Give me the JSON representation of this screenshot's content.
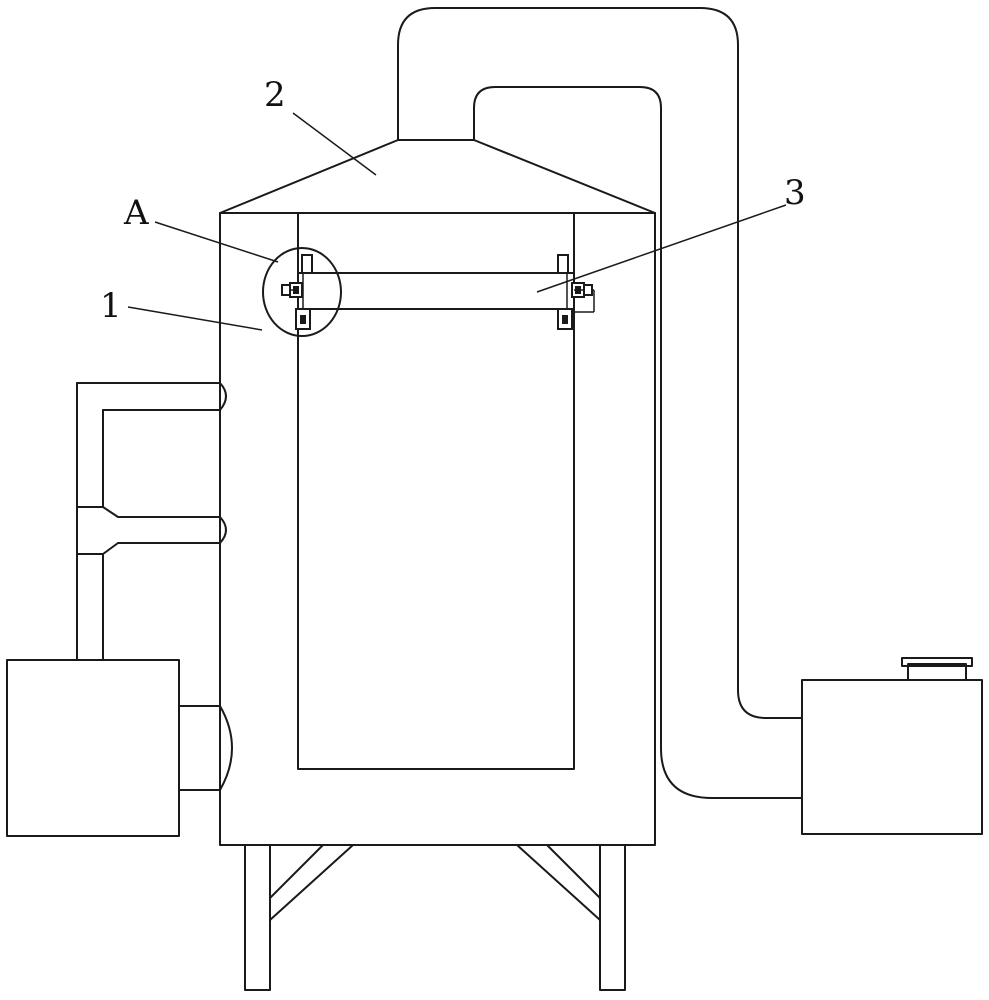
{
  "labels": {
    "one": "1",
    "two": "2",
    "three": "3",
    "a": "A"
  },
  "colors": {
    "line": "#1a1a1a",
    "background": "#ffffff"
  }
}
